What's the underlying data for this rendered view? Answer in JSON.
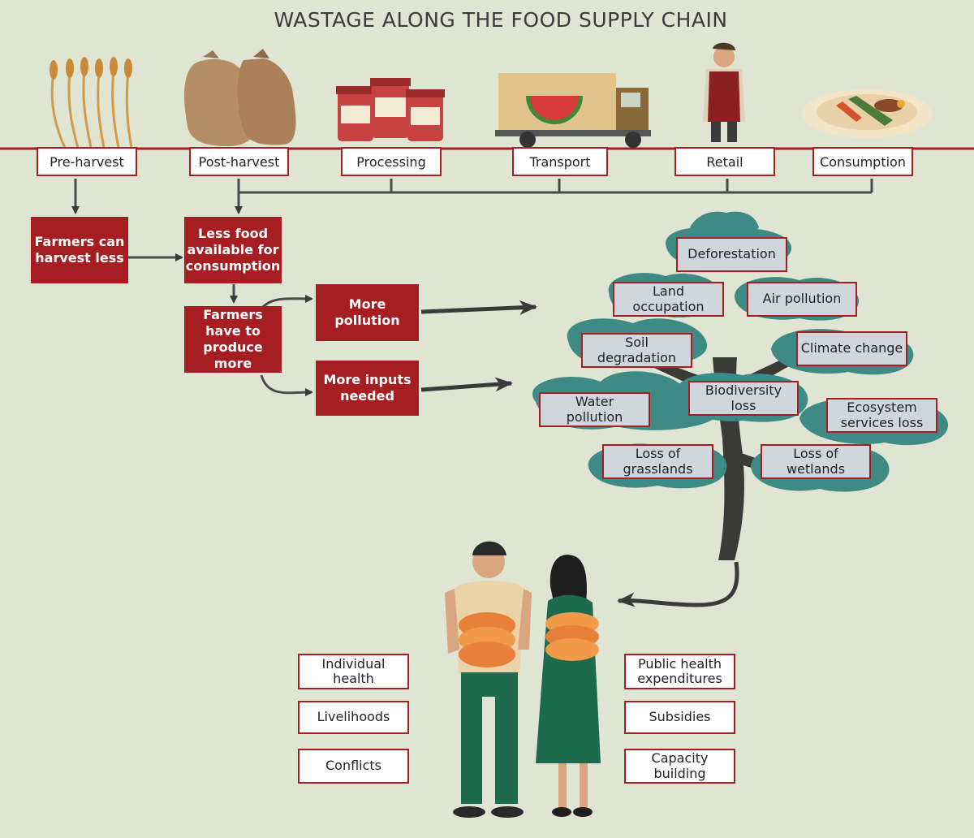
{
  "title": "WASTAGE ALONG THE FOOD SUPPLY CHAIN",
  "stages": [
    "Pre-harvest",
    "Post-harvest",
    "Processing",
    "Transport",
    "Retail",
    "Consumption"
  ],
  "flow": {
    "farmers_harvest_less": "Farmers can harvest less",
    "less_food": "Less food available for consumption",
    "farmers_produce_more": "Farmers have to produce more",
    "more_pollution": "More pollution",
    "more_inputs": "More inputs needed"
  },
  "environmental_impacts": {
    "deforestation": "Deforestation",
    "land_occupation": "Land occupation",
    "air_pollution": "Air pollution",
    "soil_degradation": "Soil degradation",
    "climate_change": "Climate change",
    "water_pollution": "Water pollution",
    "biodiversity_loss": "Biodiversity loss",
    "ecosystem_services_loss": "Ecosystem services loss",
    "loss_of_grasslands": "Loss of grasslands",
    "loss_of_wetlands": "Loss of wetlands"
  },
  "social_impacts_left": [
    "Individual health",
    "Livelihoods",
    "Conflicts"
  ],
  "social_impacts_right": [
    "Public health expenditures",
    "Subsidies",
    "Capacity building"
  ],
  "colors": {
    "accent_red": "#a61e22",
    "tree_green": "#3e8a85",
    "trunk": "#3a3b36",
    "background": "#dfe4d3",
    "impact_box": "#cfd6dc"
  },
  "icons": [
    "wheat-icon",
    "grain-sacks-icon",
    "jars-icon",
    "delivery-truck-icon",
    "shopkeeper-icon",
    "food-plate-icon",
    "tree-illustration",
    "couple-illustration"
  ]
}
